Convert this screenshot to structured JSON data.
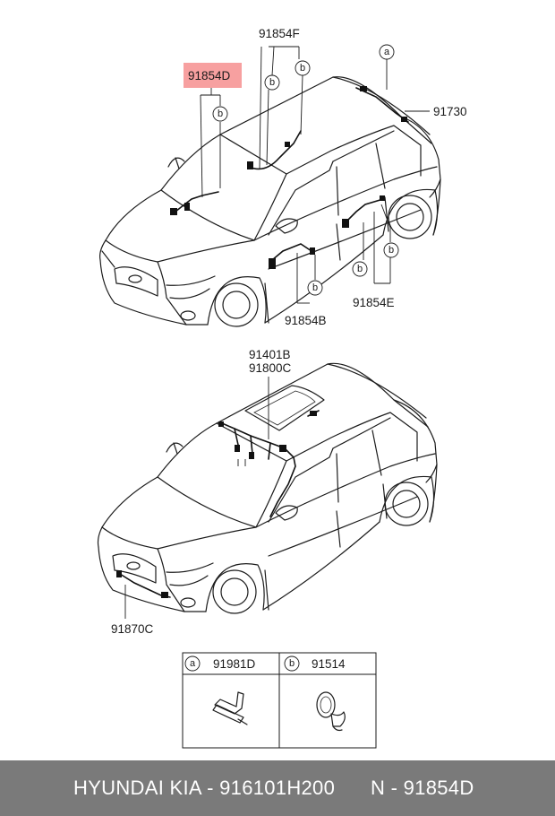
{
  "labels": {
    "part_91854F": "91854F",
    "part_91854D": "91854D",
    "part_91730": "91730",
    "part_91854B": "91854B",
    "part_91854E": "91854E",
    "part_91401B": "91401B",
    "part_91800C": "91800C",
    "part_91870C": "91870C"
  },
  "callouts": {
    "a": "a",
    "b": "b"
  },
  "legend": {
    "a_code": "a",
    "a_part": "91981D",
    "b_code": "b",
    "b_part": "91514"
  },
  "footer": {
    "left": "HYUNDAI  KIA - 916101H200",
    "right": "N - 91854D"
  },
  "colors": {
    "highlight": "#f7a0a0",
    "footer_bg": "#7a7a7a"
  }
}
